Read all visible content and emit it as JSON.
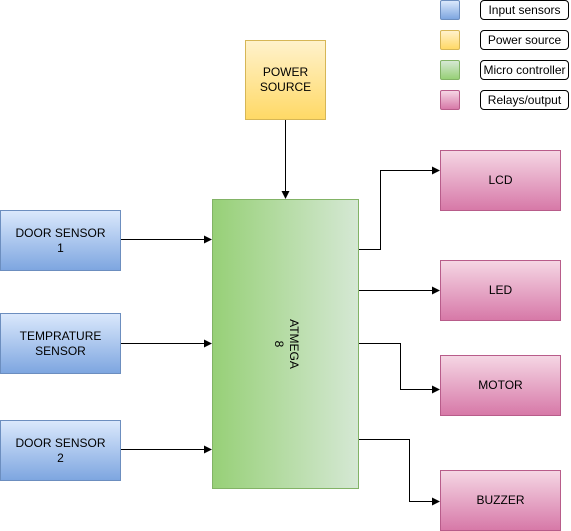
{
  "legend": [
    {
      "label": "Input sensors",
      "color": "#dae8fc"
    },
    {
      "label": "Power source",
      "color": "#fff2cc"
    },
    {
      "label": "Micro controller",
      "color": "#d5e8d4"
    },
    {
      "label": "Relays/output",
      "color": "#e6d0de"
    }
  ],
  "blocks": {
    "power": "POWER\nSOURCE",
    "door1": "DOOR SENSOR\n1",
    "temp": "TEMPRATURE\nSENSOR",
    "door2": "DOOR SENSOR\n2",
    "mcu": "ATMEGA\n8",
    "lcd": "LCD",
    "led": "LED",
    "motor": "MOTOR",
    "buzzer": "BUZZER"
  },
  "connections": [
    {
      "from": "POWER SOURCE",
      "to": "ATMEGA 8"
    },
    {
      "from": "DOOR SENSOR 1",
      "to": "ATMEGA 8"
    },
    {
      "from": "TEMPRATURE SENSOR",
      "to": "ATMEGA 8"
    },
    {
      "from": "DOOR SENSOR 2",
      "to": "ATMEGA 8"
    },
    {
      "from": "ATMEGA 8",
      "to": "LCD"
    },
    {
      "from": "ATMEGA 8",
      "to": "LED"
    },
    {
      "from": "ATMEGA 8",
      "to": "MOTOR"
    },
    {
      "from": "ATMEGA 8",
      "to": "BUZZER"
    }
  ]
}
